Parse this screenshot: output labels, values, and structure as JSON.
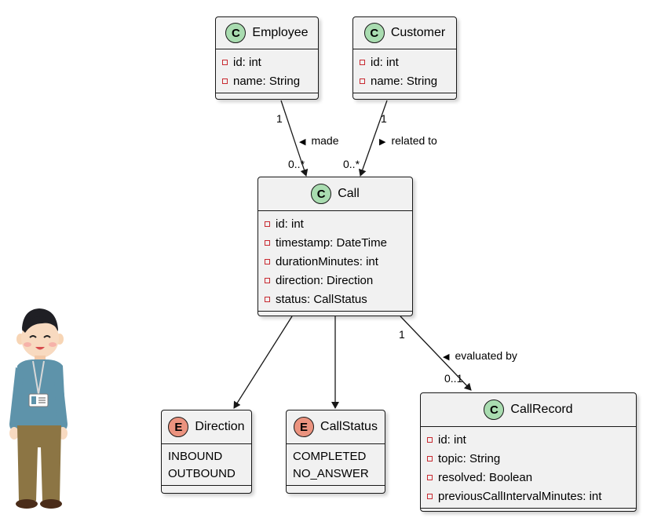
{
  "classes": {
    "employee": {
      "stereotype": "C",
      "name": "Employee",
      "attributes": [
        "id: int",
        "name: String"
      ]
    },
    "customer": {
      "stereotype": "C",
      "name": "Customer",
      "attributes": [
        "id: int",
        "name: String"
      ]
    },
    "call": {
      "stereotype": "C",
      "name": "Call",
      "attributes": [
        "id: int",
        "timestamp: DateTime",
        "durationMinutes: int",
        "direction: Direction",
        "status: CallStatus"
      ]
    },
    "callrecord": {
      "stereotype": "C",
      "name": "CallRecord",
      "attributes": [
        "id: int",
        "topic: String",
        "resolved: Boolean",
        "previousCallIntervalMinutes: int"
      ]
    }
  },
  "enums": {
    "direction": {
      "stereotype": "E",
      "name": "Direction",
      "values": [
        "INBOUND",
        "OUTBOUND"
      ]
    },
    "callstatus": {
      "stereotype": "E",
      "name": "CallStatus",
      "values": [
        "COMPLETED",
        "NO_ANSWER"
      ]
    }
  },
  "relations": {
    "made": {
      "label": "made",
      "from_mult": "1",
      "to_mult": "0..*"
    },
    "related_to": {
      "label": "related to",
      "from_mult": "1",
      "to_mult": "0..*"
    },
    "evaluated_by": {
      "label": "evaluated by",
      "from_mult": "1",
      "to_mult": "0..1"
    }
  },
  "colors": {
    "class_badge": "#a9dcb0",
    "enum_badge": "#eb937f",
    "box_fill": "#f1f1f1",
    "border": "#181818",
    "visibility_marker": "#c82930"
  }
}
